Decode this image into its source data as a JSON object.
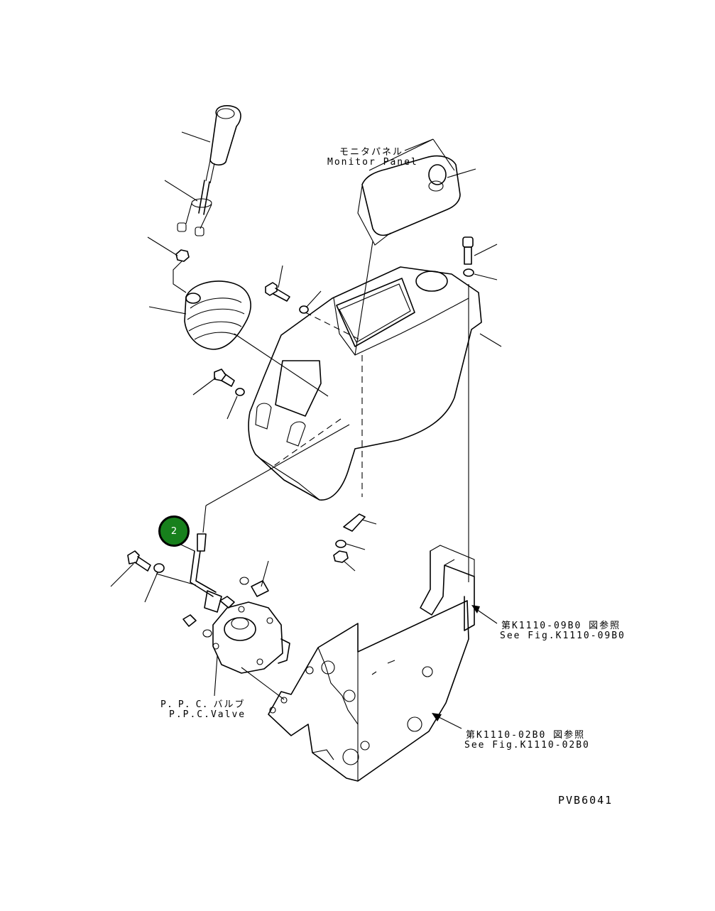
{
  "labels": {
    "monitor_panel_jp": "モニタパネル",
    "monitor_panel_en": "Monitor Panel",
    "ppc_valve_jp": "P．P．C．バルブ",
    "ppc_valve_en": "P.P.C.Valve",
    "ref_0980_jp": "第K1110-09B0 図参照",
    "ref_0980_en": "See Fig.K1110-09B0",
    "ref_0280_jp": "第K1110-02B0 図参照",
    "ref_0280_en": "See Fig.K1110-02B0",
    "drawing_code": "PVB6041"
  },
  "callout": {
    "number": "2",
    "color": "#17801c"
  }
}
